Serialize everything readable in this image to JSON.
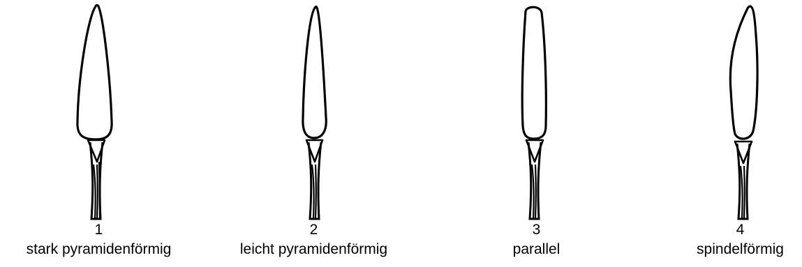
{
  "figures": [
    {
      "number": "1",
      "label": "stark pyramidenförmig"
    },
    {
      "number": "2",
      "label": "leicht pyramidenförmig"
    },
    {
      "number": "3",
      "label": "parallel"
    },
    {
      "number": "4",
      "label": "spindelförmig"
    }
  ],
  "colors": {
    "stroke": "#000000",
    "background": "#ffffff"
  }
}
